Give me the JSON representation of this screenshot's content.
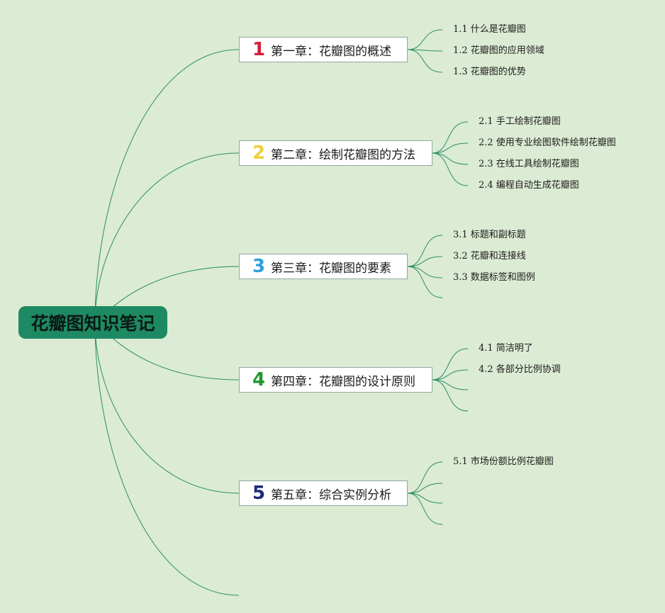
{
  "root": {
    "label": "花瓣图知识笔记"
  },
  "chapters": [
    {
      "num": "1",
      "color": "#d41f3c",
      "title": "第一章：花瓣图的概述",
      "topics": [
        "1.1 什么是花瓣图",
        "1.2 花瓣图的应用领域",
        "1.3 花瓣图的优势"
      ]
    },
    {
      "num": "2",
      "color": "#f0cf3a",
      "title": "第二章：绘制花瓣图的方法",
      "topics": [
        "2.1 手工绘制花瓣图",
        "2.2 使用专业绘图软件绘制花瓣图",
        "2.3 在线工具绘制花瓣图",
        "2.4 编程自动生成花瓣图"
      ]
    },
    {
      "num": "3",
      "color": "#2f9ee0",
      "title": "第三章：花瓣图的要素",
      "topics": [
        "3.1 标题和副标题",
        "3.2 花瓣和连接线",
        "3.3 数据标签和图例",
        ""
      ]
    },
    {
      "num": "4",
      "color": "#1f9a2e",
      "title": "第四章：花瓣图的设计原则",
      "topics": [
        "4.1 简洁明了",
        "4.2 各部分比例协调",
        "",
        ""
      ]
    },
    {
      "num": "5",
      "color": "#1b2a7a",
      "title": "第五章：综合实例分析",
      "topics": [
        "5.1 市场份额比例花瓣图",
        "",
        "",
        ""
      ]
    }
  ],
  "colors": {
    "background": "#dcebd3",
    "link": "#2a8f64",
    "root_fill": "#1e8a63"
  }
}
